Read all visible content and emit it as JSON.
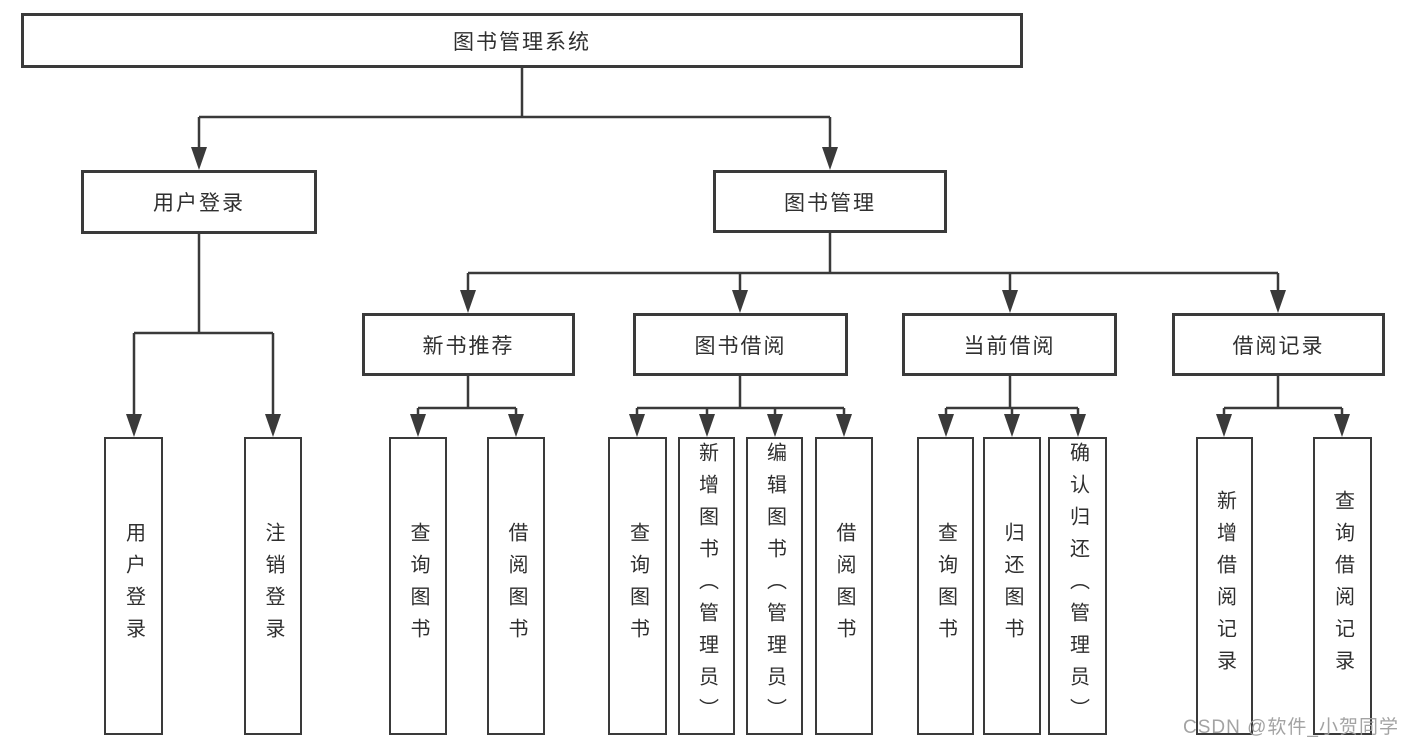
{
  "diagram_type": "hierarchy-tree",
  "colors": {
    "line": "#3a3a3a",
    "box_border": "#3a3a3a",
    "box_fill": "#ffffff",
    "text": "#2f2f2f",
    "watermark": "#9e9e9e",
    "background": "#ffffff"
  },
  "watermark": {
    "text": "CSDN @软件_小贺同学"
  },
  "tree": {
    "label": "图书管理系统",
    "children": [
      {
        "label": "用户登录",
        "children": [
          {
            "label": "用户登录"
          },
          {
            "label": "注销登录"
          }
        ]
      },
      {
        "label": "图书管理",
        "children": [
          {
            "label": "新书推荐",
            "children": [
              {
                "label": "查询图书"
              },
              {
                "label": "借阅图书"
              }
            ]
          },
          {
            "label": "图书借阅",
            "children": [
              {
                "label": "查询图书"
              },
              {
                "label": "新增图书（管理员）"
              },
              {
                "label": "编辑图书（管理员）"
              },
              {
                "label": "借阅图书"
              }
            ]
          },
          {
            "label": "当前借阅",
            "children": [
              {
                "label": "查询图书"
              },
              {
                "label": "归还图书"
              },
              {
                "label": "确认归还（管理员）"
              }
            ]
          },
          {
            "label": "借阅记录",
            "children": [
              {
                "label": "新增借阅记录"
              },
              {
                "label": "查询借阅记录"
              }
            ]
          }
        ]
      }
    ]
  }
}
